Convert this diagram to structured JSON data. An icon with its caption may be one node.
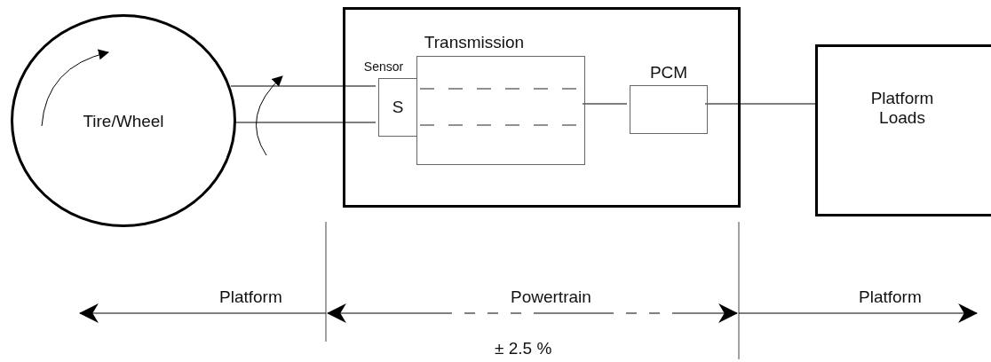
{
  "diagram": {
    "nodes": [
      {
        "text": [
          "Tire/Wheel"
        ]
      },
      {
        "text": [],
        "shape": "box"
      },
      {
        "text": [
          "Sensor",
          "S"
        ],
        "in": 1
      },
      {
        "text": [
          "Transmission"
        ],
        "in": 1
      },
      {
        "text": [
          "PCM"
        ],
        "in": 1
      },
      {
        "text": [
          "Platform Loads"
        ]
      }
    ],
    "edges": [
      {
        "from": 0,
        "to": 2,
        "arrow": "none"
      },
      {
        "from": 0,
        "to": 2,
        "arrow": "none"
      },
      {
        "from": 3,
        "to": 4,
        "arrow": "none"
      },
      {
        "from": 4,
        "to": 5,
        "arrow": "none"
      }
    ],
    "labels": [
      "Platform",
      "Powertrain",
      "Platform",
      "± 2.5 %"
    ]
  }
}
